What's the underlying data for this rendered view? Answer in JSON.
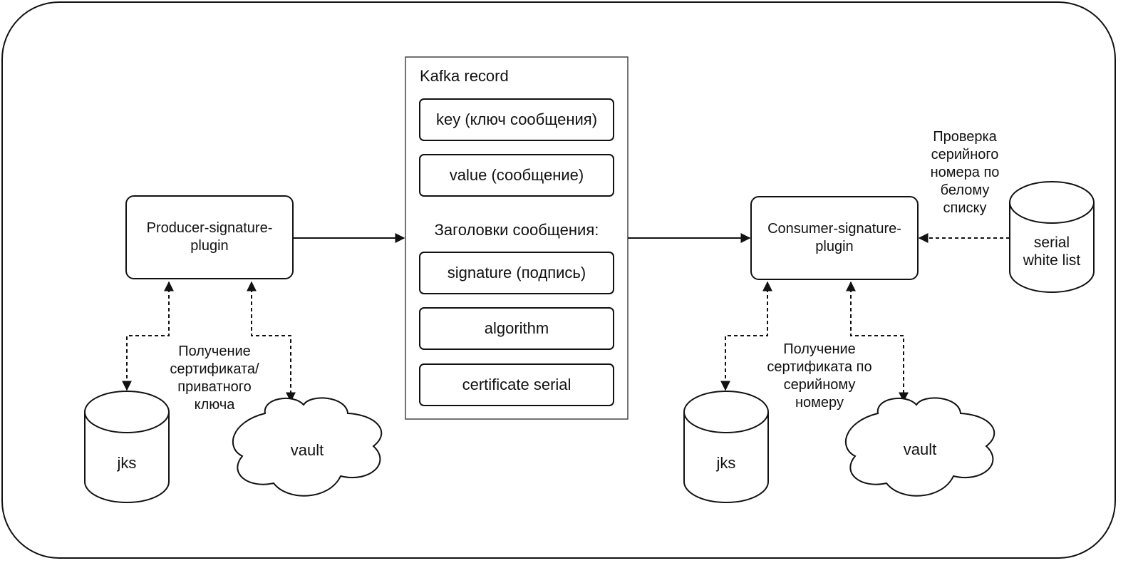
{
  "kafka_record": {
    "title": "Kafka record",
    "key": "key (ключ сообщения)",
    "value": "value (сообщение)",
    "headers_title": "Заголовки сообщения:",
    "signature": "signature (подпись)",
    "algorithm": "algorithm",
    "certificate_serial": "certificate serial"
  },
  "producer": {
    "plugin": "Producer-signature-plugin",
    "jks": "jks",
    "vault": "vault",
    "fetch_label": "Получение сертификата/ приватного ключа"
  },
  "consumer": {
    "plugin": "Consumer-signature-plugin",
    "jks": "jks",
    "vault": "vault",
    "fetch_label": "Получение сертификата по серийному номеру",
    "whitelist": "serial white list",
    "whitelist_label": "Проверка серийного номера по белому списку"
  }
}
